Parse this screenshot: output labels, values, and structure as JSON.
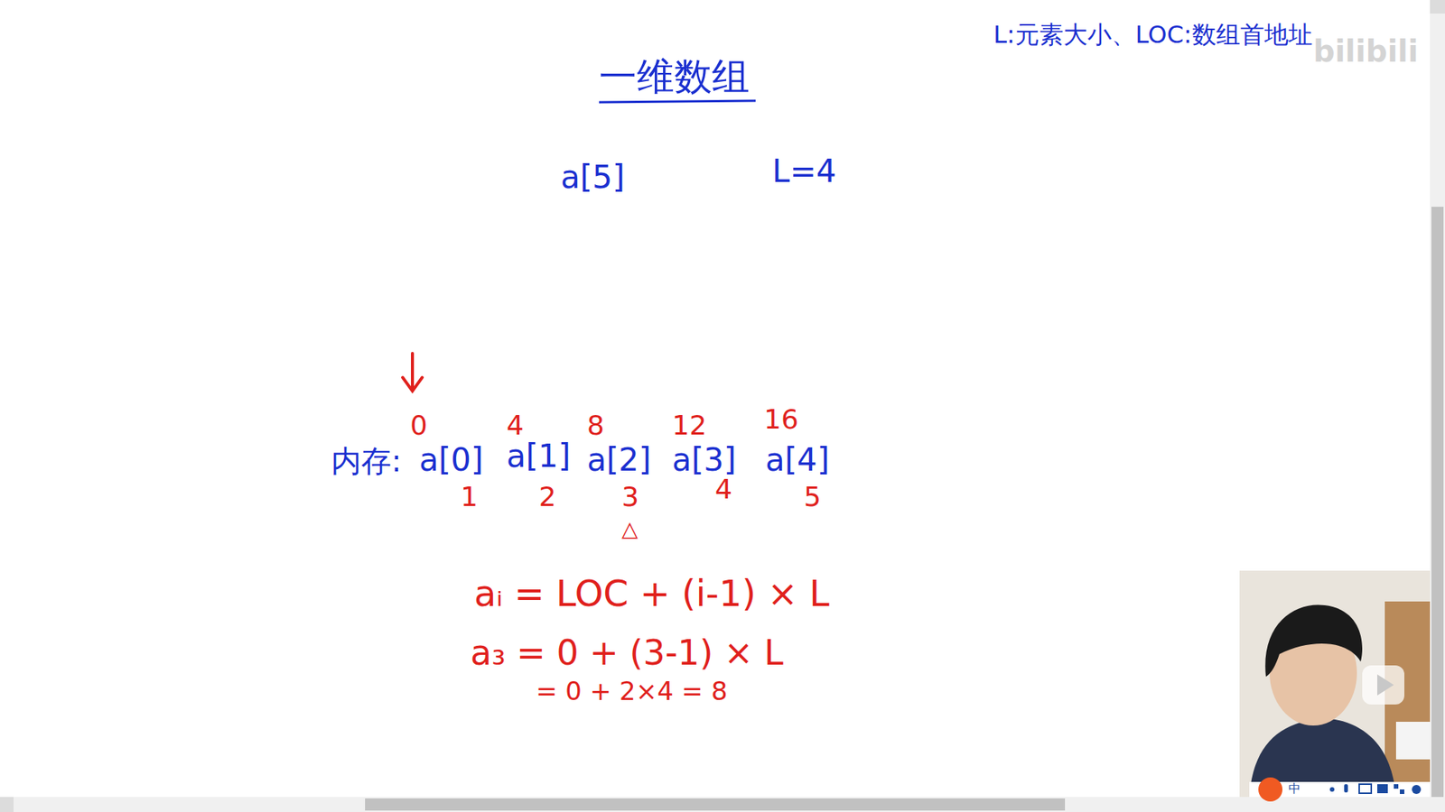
{
  "diagram": {
    "title": "一维数组",
    "labels": [
      "L:元素大小、LOC:数组首地址",
      "a[5]",
      "L=4",
      "0",
      "4",
      "8",
      "12",
      "16",
      "内存:",
      "a[0]",
      "a[1]",
      "a[2]",
      "a[3]",
      "a[4]",
      "1",
      "2",
      "3",
      "4",
      "5",
      "△",
      "aᵢ = LOC + (i-1) × L",
      "a₃ = 0 + (3-1) × L",
      "= 0 + 2×4 = 8",
      "bilibili",
      "中"
    ]
  }
}
